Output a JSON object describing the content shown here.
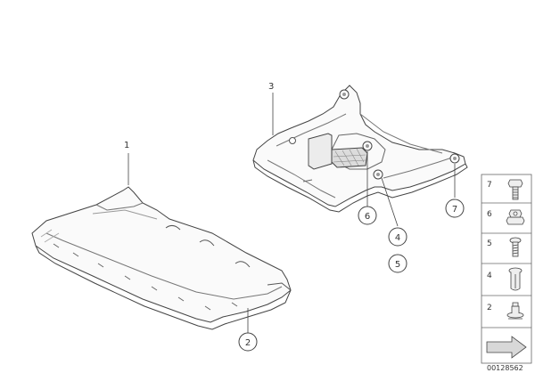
{
  "diagram": {
    "callouts": {
      "c1": "1",
      "c2": "2",
      "c3": "3",
      "c4": "4",
      "c5": "5",
      "c6": "6",
      "c7": "7"
    },
    "legend": {
      "items": [
        "7",
        "6",
        "5",
        "4",
        "2"
      ]
    },
    "code": "00128562"
  }
}
